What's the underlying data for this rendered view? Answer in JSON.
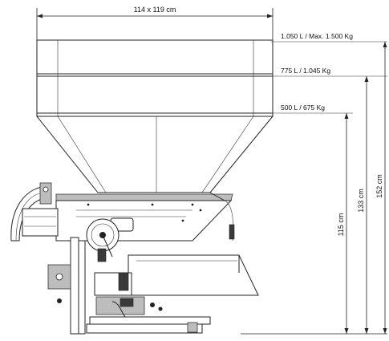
{
  "dimensions": {
    "width_label": "114 x 119 cm",
    "capacity_max_label": "1.050 L / Max. 1.500 Kg",
    "capacity_mid_label": "775 L / 1.045 Kg",
    "capacity_low_label": "500 L / 675 Kg",
    "height_low_label": "115 cm",
    "height_mid_label": "133 cm",
    "height_top_label": "152 cm"
  }
}
